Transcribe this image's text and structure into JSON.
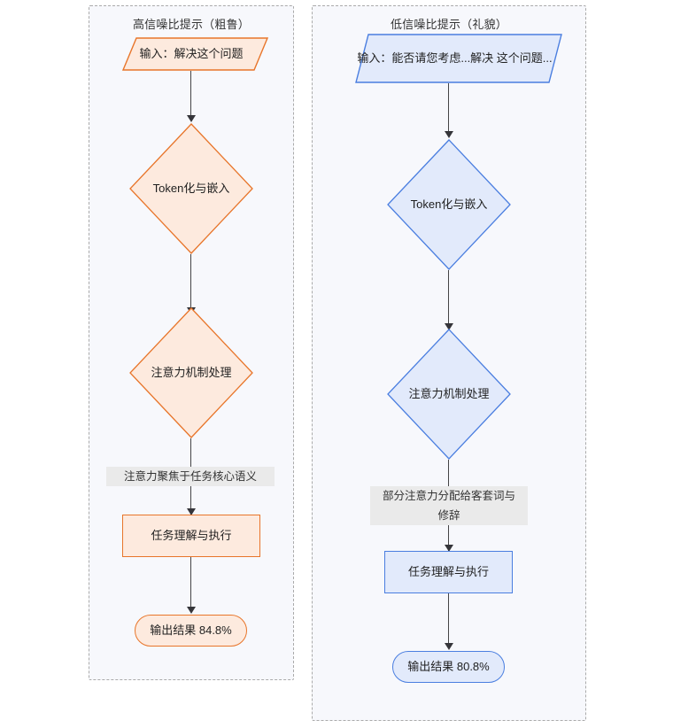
{
  "diagram": {
    "type": "flowchart",
    "direction": "top-down",
    "background": "#ffffff",
    "panels": [
      {
        "id": "left",
        "title": "高信噪比提示（粗鲁）",
        "accent_border": "#e8752a",
        "accent_fill": "#fdeade",
        "nodes": [
          {
            "id": "l-input",
            "shape": "parallelogram",
            "label": "输入：解决这个问题"
          },
          {
            "id": "l-token",
            "shape": "diamond",
            "label": "Token化与嵌入"
          },
          {
            "id": "l-attention",
            "shape": "diamond",
            "label": "注意力机制处理"
          },
          {
            "id": "l-task",
            "shape": "rectangle",
            "label": "任务理解与执行"
          },
          {
            "id": "l-output",
            "shape": "stadium",
            "label": "输出结果 84.8%"
          }
        ],
        "edges": [
          {
            "from": "l-input",
            "to": "l-token",
            "label": ""
          },
          {
            "from": "l-token",
            "to": "l-attention",
            "label": ""
          },
          {
            "from": "l-attention",
            "to": "l-task",
            "label": "注意力聚焦于任务核心语义"
          },
          {
            "from": "l-task",
            "to": "l-output",
            "label": ""
          }
        ],
        "result_value": "84.8%"
      },
      {
        "id": "right",
        "title": "低信噪比提示（礼貌）",
        "accent_border": "#4a7ee0",
        "accent_fill": "#e2eafb",
        "nodes": [
          {
            "id": "r-input",
            "shape": "parallelogram",
            "label": "输入：能否请您考虑...解决\n这个问题..."
          },
          {
            "id": "r-token",
            "shape": "diamond",
            "label": "Token化与嵌入"
          },
          {
            "id": "r-attention",
            "shape": "diamond",
            "label": "注意力机制处理"
          },
          {
            "id": "r-task",
            "shape": "rectangle",
            "label": "任务理解与执行"
          },
          {
            "id": "r-output",
            "shape": "stadium",
            "label": "输出结果 80.8%"
          }
        ],
        "edges": [
          {
            "from": "r-input",
            "to": "r-token",
            "label": ""
          },
          {
            "from": "r-token",
            "to": "r-attention",
            "label": ""
          },
          {
            "from": "r-attention",
            "to": "r-task",
            "label": "部分注意力分配给客套词与\n修辞"
          },
          {
            "from": "r-task",
            "to": "r-output",
            "label": ""
          }
        ],
        "result_value": "80.8%"
      }
    ]
  }
}
